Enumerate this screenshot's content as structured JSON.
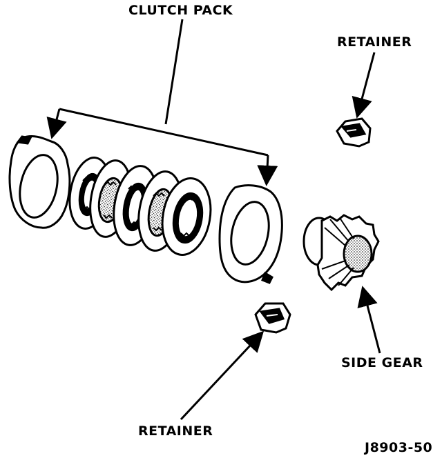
{
  "labels": {
    "clutch_pack": "CLUTCH PACK",
    "retainer_top": "RETAINER",
    "retainer_bottom": "RETAINER",
    "side_gear": "SIDE GEAR",
    "figure_code": "J8903-50"
  },
  "colors": {
    "ink": "#000000",
    "paper": "#ffffff",
    "gear_shade": "#c8c8c8"
  }
}
